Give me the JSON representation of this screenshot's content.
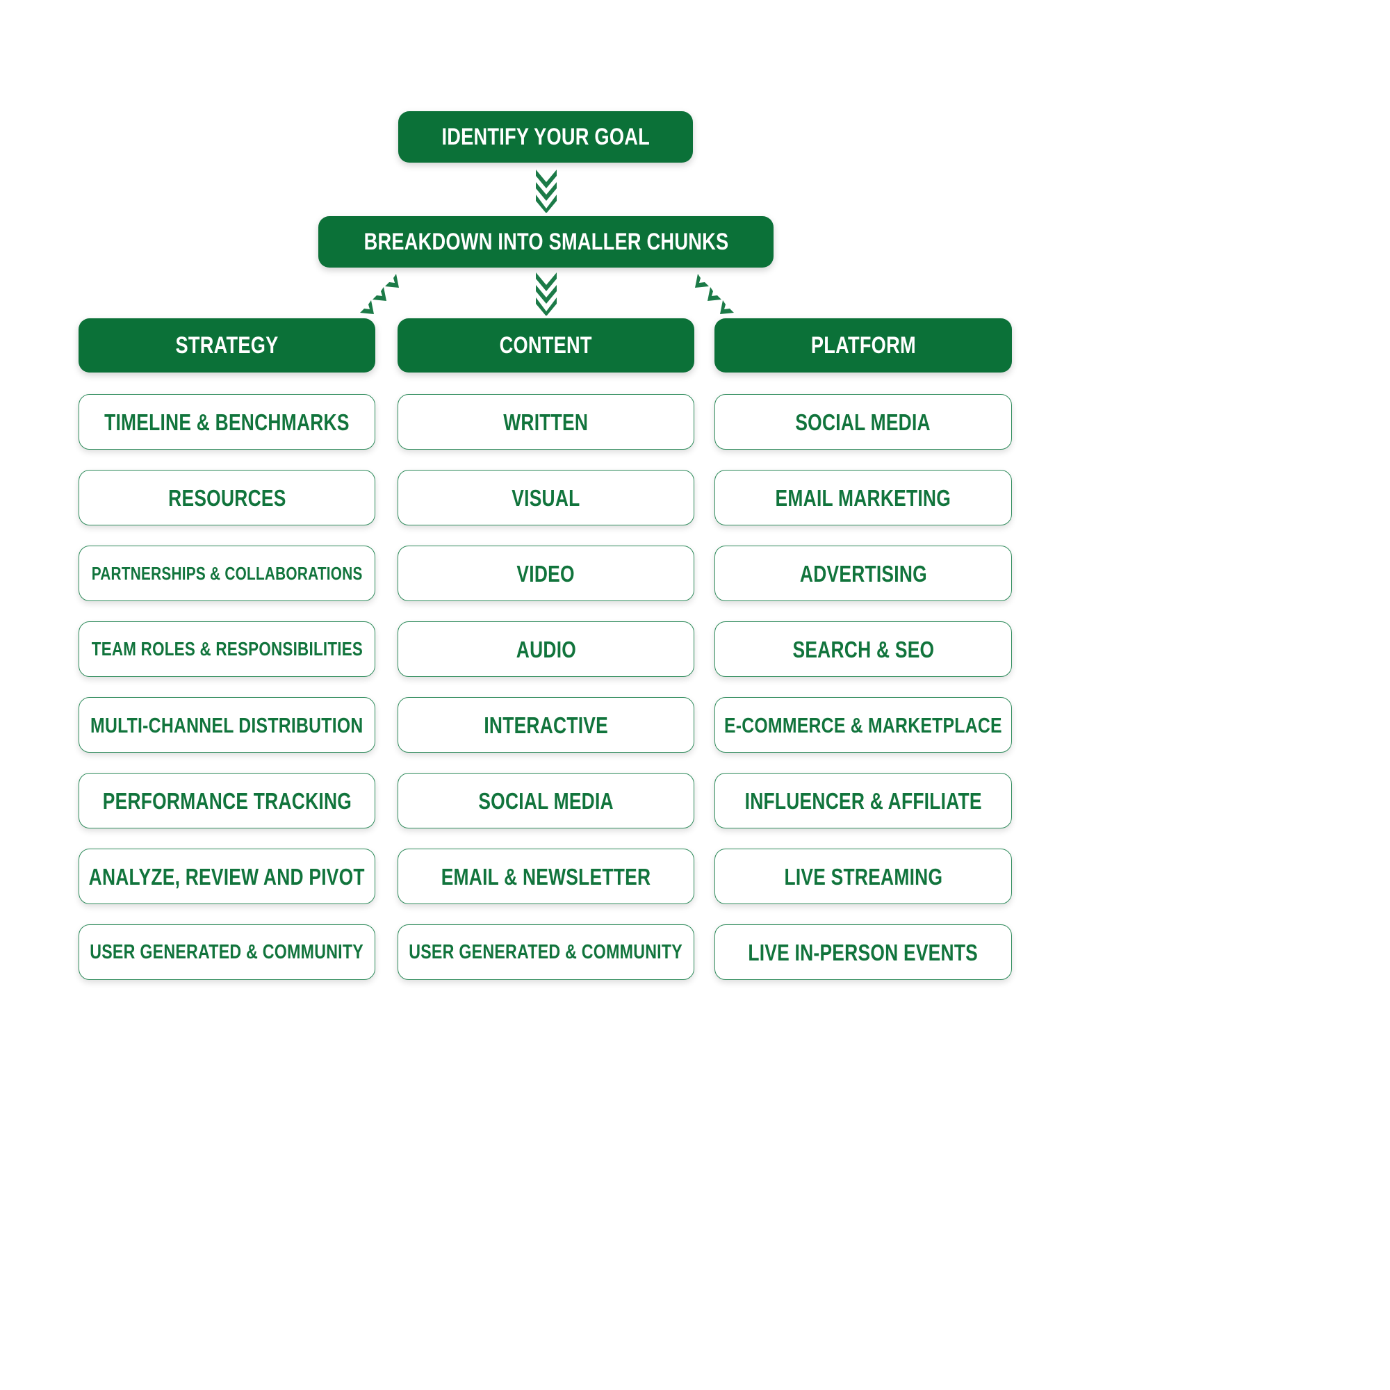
{
  "diagram": {
    "title_node": {
      "label": "IDENTIFY YOUR GOAL"
    },
    "second_node": {
      "label": "BREAKDOWN INTO SMALLER CHUNKS"
    },
    "columns": [
      {
        "header": "STRATEGY",
        "items": [
          "TIMELINE & BENCHMARKS",
          "RESOURCES",
          "PARTNERSHIPS & COLLABORATIONS",
          "TEAM ROLES & RESPONSIBILITIES",
          "MULTI-CHANNEL DISTRIBUTION",
          "PERFORMANCE TRACKING",
          "ANALYZE, REVIEW AND PIVOT",
          "USER GENERATED & COMMUNITY"
        ]
      },
      {
        "header": "CONTENT",
        "items": [
          "WRITTEN",
          "VISUAL",
          "VIDEO",
          "AUDIO",
          "INTERACTIVE",
          "SOCIAL MEDIA",
          "EMAIL & NEWSLETTER",
          "USER GENERATED & COMMUNITY"
        ]
      },
      {
        "header": "PLATFORM",
        "items": [
          "SOCIAL MEDIA",
          "EMAIL MARKETING",
          "ADVERTISING",
          "SEARCH & SEO",
          "E-COMMERCE & MARKETPLACE",
          "INFLUENCER & AFFILIATE",
          "LIVE STREAMING",
          "LIVE IN-PERSON EVENTS"
        ]
      }
    ],
    "colors": {
      "green_fill": "#0b7138",
      "green_text": "#11743c",
      "border_green": "#2e8b5b",
      "arrow_green": "#1b7a47",
      "background": "#ffffff"
    }
  }
}
